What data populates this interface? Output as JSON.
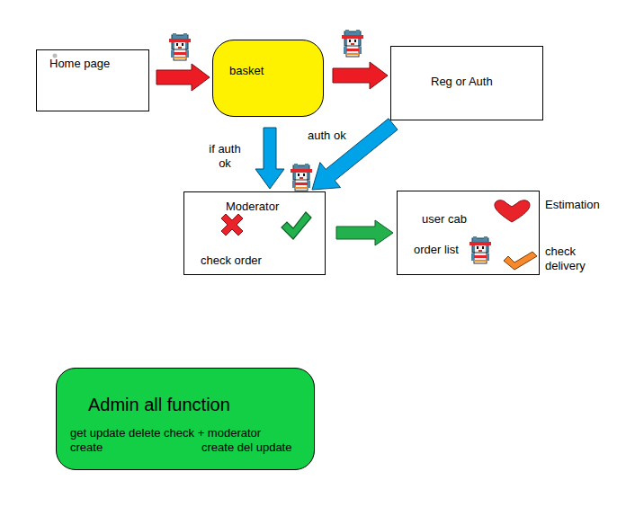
{
  "diagram": {
    "nodes": [
      {
        "text": [
          "Home page"
        ]
      },
      {
        "text": [
          "basket"
        ]
      },
      {
        "text": [
          "Reg or Auth"
        ]
      },
      {
        "text": [
          "Moderator",
          "check order"
        ]
      },
      {
        "text": [
          "user cab",
          "order list"
        ]
      },
      {
        "text": [
          "Admin all function",
          "get update delete check + moderator",
          "create",
          "create del update"
        ]
      }
    ],
    "edges": [
      {
        "from": 0,
        "to": 1,
        "arrow": "to"
      },
      {
        "from": 1,
        "to": 2,
        "arrow": "to"
      },
      {
        "from": 1,
        "to": 3,
        "arrow": "to",
        "label": "if auth ok"
      },
      {
        "from": 2,
        "to": 3,
        "arrow": "to",
        "label": "auth ok"
      },
      {
        "from": 3,
        "to": 4,
        "arrow": "to"
      }
    ],
    "labels": [
      "Estimation",
      "check delivery"
    ]
  }
}
